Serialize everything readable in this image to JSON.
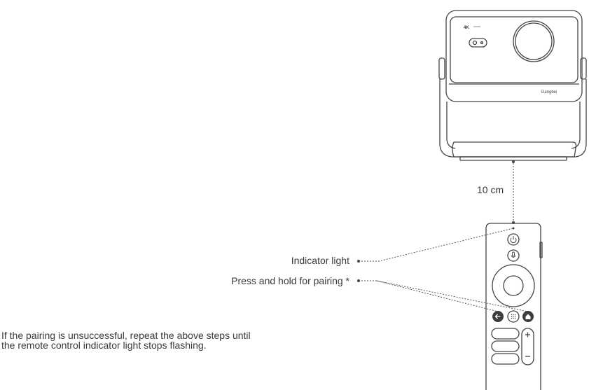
{
  "labels": {
    "indicator_light": "Indicator light",
    "pairing": "Press and hold for pairing *",
    "distance": "10 cm"
  },
  "projector": {
    "badge": "4K",
    "brand": "Dangbei"
  },
  "note": {
    "line1": "If  the pairing is unsuccessful, repeat the above steps until",
    "line2": "the remote control indicator light stops flashing."
  },
  "colors": {
    "stroke": "#444444",
    "button_fill": "#3d3d3d",
    "dotted": "#555555"
  },
  "icons": {
    "power": "power-icon",
    "mic": "microphone-icon",
    "back": "back-arrow-icon",
    "apps": "apps-grid-icon",
    "home": "home-icon",
    "plus": "volume-up-icon",
    "minus": "volume-down-icon"
  }
}
